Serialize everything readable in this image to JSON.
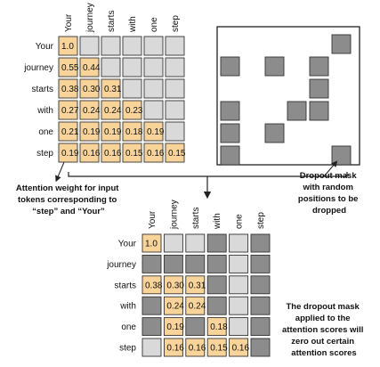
{
  "tokens": [
    "Your",
    "journey",
    "starts",
    "with",
    "one",
    "step"
  ],
  "attention_matrix": {
    "values": [
      [
        "1.0",
        "",
        "",
        "",
        "",
        ""
      ],
      [
        "0.55",
        "0.44",
        "",
        "",
        "",
        ""
      ],
      [
        "0.38",
        "0.30",
        "0.31",
        "",
        "",
        ""
      ],
      [
        "0.27",
        "0.24",
        "0.24",
        "0.23",
        "",
        ""
      ],
      [
        "0.21",
        "0.19",
        "0.19",
        "0.18",
        "0.19",
        ""
      ],
      [
        "0.19",
        "0.16",
        "0.16",
        "0.15",
        "0.16",
        "0.15"
      ]
    ]
  },
  "dropout_mask": {
    "dropped": [
      [
        0,
        5
      ],
      [
        1,
        0
      ],
      [
        1,
        2
      ],
      [
        1,
        4
      ],
      [
        2,
        4
      ],
      [
        3,
        0
      ],
      [
        3,
        3
      ],
      [
        3,
        4
      ],
      [
        4,
        0
      ],
      [
        4,
        2
      ],
      [
        5,
        0
      ],
      [
        5,
        5
      ]
    ]
  },
  "result_matrix": {
    "values": [
      [
        "1.0",
        "",
        "",
        "",
        "",
        ""
      ],
      [
        "",
        "",
        "",
        "",
        "",
        ""
      ],
      [
        "0.38",
        "0.30",
        "0.31",
        "",
        "",
        ""
      ],
      [
        "",
        "0.24",
        "0.24",
        "",
        "",
        ""
      ],
      [
        "",
        "0.19",
        "",
        "0.18",
        "",
        ""
      ],
      [
        "",
        "0.16",
        "0.16",
        "0.15",
        "0.16",
        ""
      ]
    ],
    "dropped": [
      [
        0,
        3
      ],
      [
        0,
        5
      ],
      [
        1,
        0
      ],
      [
        1,
        1
      ],
      [
        1,
        2
      ],
      [
        1,
        3
      ],
      [
        1,
        5
      ],
      [
        2,
        3
      ],
      [
        2,
        5
      ],
      [
        3,
        0
      ],
      [
        3,
        3
      ],
      [
        3,
        5
      ],
      [
        4,
        0
      ],
      [
        4,
        2
      ],
      [
        4,
        5
      ],
      [
        5,
        5
      ]
    ]
  },
  "captions": {
    "attention_weight": [
      "Attention weight for input",
      "tokens corresponding to",
      "“step” and “Your”"
    ],
    "dropout_mask": [
      "Dropout mask",
      "with random",
      "positions to be",
      "dropped"
    ],
    "dropout_result": [
      "The dropout mask",
      "applied to the",
      "attention scores will",
      "zero out certain",
      "attention scores"
    ]
  },
  "colors": {
    "weight_fill": "#f8d49a",
    "empty_fill": "#d9d9d9",
    "dropped_fill": "#8c8c8c",
    "stroke": "#333333",
    "line": "#222222"
  }
}
